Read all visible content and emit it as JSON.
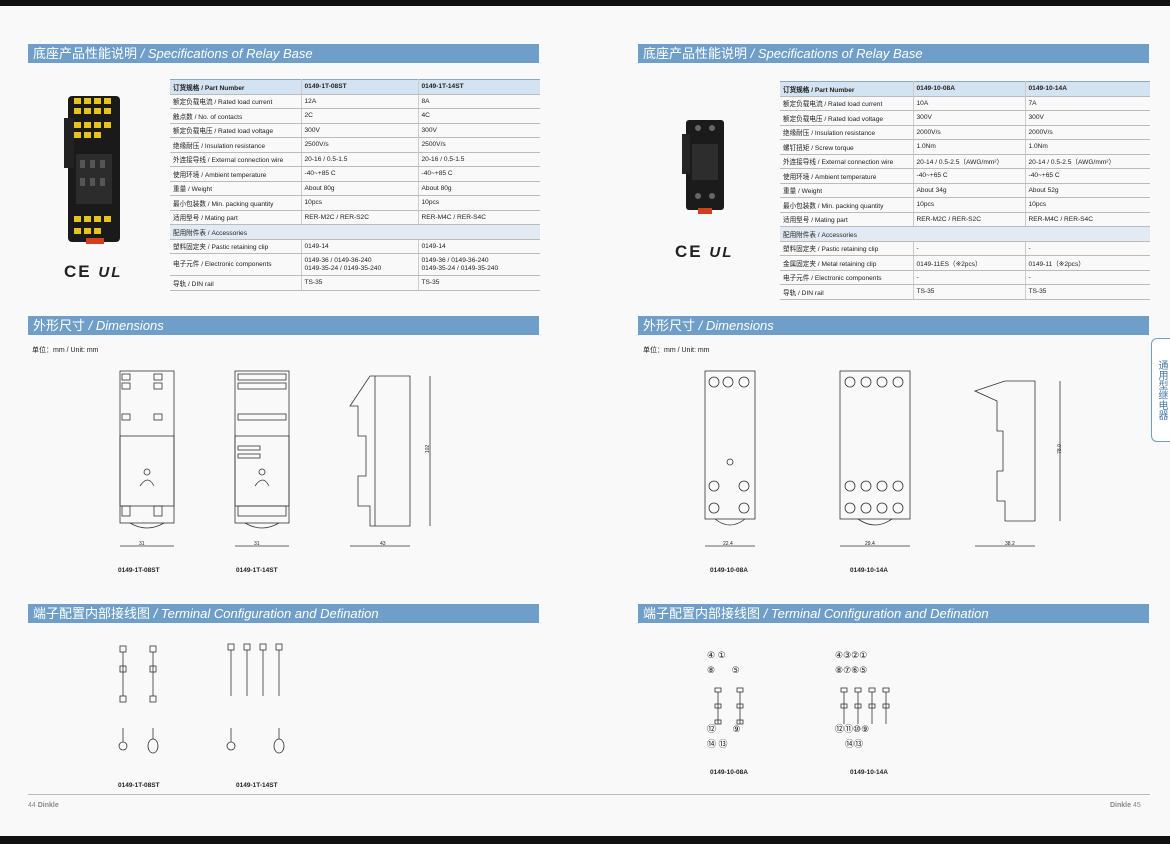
{
  "left": {
    "specs_title_zh": "底座产品性能说明",
    "specs_title_en": "/ Specifications of Relay Base",
    "cert_marks": "CE",
    "ul_mark": "UL",
    "table": {
      "header": {
        "label": "订货规格 / Part Number",
        "c1": "0149-1T-08ST",
        "c2": "0149-1T-14ST"
      },
      "rows": [
        {
          "label": "额定负载电流 / Rated load current",
          "c1": "12A",
          "c2": "8A"
        },
        {
          "label": "触点数 / No. of contacts",
          "c1": "2C",
          "c2": "4C"
        },
        {
          "label": "额定负载电压 / Rated load voltage",
          "c1": "300V",
          "c2": "300V"
        },
        {
          "label": "绝缘耐压 / Insulation resistance",
          "c1": "2500V/s",
          "c2": "2500V/s"
        },
        {
          "label": "外连接导线 / External connection wire",
          "c1": "20-16 / 0.5-1.5",
          "c2": "20-16 / 0.5-1.5"
        },
        {
          "label": "使用环境 / Ambient temperature",
          "c1": "-40~+85 C",
          "c2": "-40~+85 C"
        },
        {
          "label": "重量 / Weight",
          "c1": "About 80g",
          "c2": "About 80g"
        },
        {
          "label": "最小包装数 / Min. packing quantity",
          "c1": "10pcs",
          "c2": "10pcs"
        },
        {
          "label": "适用型号 / Mating part",
          "c1": "RER-M2C / RER-S2C",
          "c2": "RER-M4C / RER-S4C"
        }
      ],
      "group": "配用附件表 / Accessories",
      "acc": [
        {
          "label": "塑料固定夹 / Pastic retaining clip",
          "c1": "0149-14",
          "c2": "0149-14"
        },
        {
          "label": "电子元件 / Electronic components",
          "c1a": "0149-36 / 0149-36-240",
          "c1b": "0149-35-24 / 0149-35-240",
          "c2a": "0149-36 / 0149-36-240",
          "c2b": "0149-35-24 / 0149-35-240"
        },
        {
          "label": "导轨 / DIN rail",
          "c1": "TS-35",
          "c2": "TS-35"
        }
      ]
    },
    "dim_title_zh": "外形尺寸",
    "dim_title_en": "/ Dimensions",
    "unit": "单位：mm / Unit: mm",
    "dim_labels": {
      "w1": "31",
      "w2": "31",
      "depth": "43",
      "height": "102"
    },
    "dim_caps": [
      "0149-1T-08ST",
      "0149-1T-14ST"
    ],
    "term_title_zh": "端子配置内部接线图",
    "term_title_en": "/ Terminal Configuration and Defination",
    "term_caps": [
      "0149-1T-08ST",
      "0149-1T-14ST"
    ],
    "footer_page": "44",
    "footer_brand": "Dinkle"
  },
  "right": {
    "specs_title_zh": "底座产品性能说明",
    "specs_title_en": "/ Specifications of Relay Base",
    "cert_marks": "CE",
    "ul_mark": "UL",
    "table": {
      "header": {
        "label": "订货规格 / Part Number",
        "c1": "0149-10-08A",
        "c2": "0149-10-14A"
      },
      "rows": [
        {
          "label": "额定负载电流 / Rated load current",
          "c1": "10A",
          "c2": "7A"
        },
        {
          "label": "额定负载电压 / Rated load voltage",
          "c1": "300V",
          "c2": "300V"
        },
        {
          "label": "绝缘耐压 / Insulation resistance",
          "c1": "2000V/s",
          "c2": "2000V/s"
        },
        {
          "label": "螺钉扭矩 / Screw torque",
          "c1": "1.0Nm",
          "c2": "1.0Nm"
        },
        {
          "label": "外连接导线 / External connection wire",
          "c1": "20-14 / 0.5-2.5（AWG/mm²）",
          "c2": "20-14 / 0.5-2.5（AWG/mm²）"
        },
        {
          "label": "使用环境 / Ambient temperature",
          "c1": "-40~+65 C",
          "c2": "-40~+65 C"
        },
        {
          "label": "重量 / Weight",
          "c1": "About 34g",
          "c2": "About 52g"
        },
        {
          "label": "最小包装数 / Min. packing quantity",
          "c1": "10pcs",
          "c2": "10pcs"
        },
        {
          "label": "适用型号 / Mating part",
          "c1": "RER-M2C / RER-S2C",
          "c2": "RER-M4C / RER-S4C"
        }
      ],
      "group": "配用附件表 / Accessories",
      "acc": [
        {
          "label": "塑料固定夹 / Pastic retaining clip",
          "c1": "-",
          "c2": "-"
        },
        {
          "label": "金属固定夹 / Metal retaining clip",
          "c1": "0149-11ES（※2pcs）",
          "c2": "0149-11（※2pcs）"
        },
        {
          "label": "电子元件 / Electronic components",
          "c1": "-",
          "c2": "-"
        },
        {
          "label": "导轨 / DIN rail",
          "c1": "TS-35",
          "c2": "TS-35"
        }
      ]
    },
    "dim_title_zh": "外形尺寸",
    "dim_title_en": "/ Dimensions",
    "unit": "单位：mm / Unit: mm",
    "dim_labels": {
      "w1": "22.4",
      "w2": "29.4",
      "depth": "38.2",
      "height": "78.0"
    },
    "dim_caps": [
      "0149-10-08A",
      "0149-10-14A"
    ],
    "term_title_zh": "端子配置内部接线图",
    "term_title_en": "/ Terminal Configuration and Defination",
    "term_caps": [
      "0149-10-08A",
      "0149-10-14A"
    ],
    "term_numbers_08": [
      "④",
      "①",
      "⑧",
      "⑤",
      "⑫",
      "⑨",
      "⑭",
      "⑬"
    ],
    "term_numbers_14_top": [
      "④",
      "③",
      "②",
      "①",
      "⑧",
      "⑦",
      "⑥",
      "⑤"
    ],
    "term_numbers_14_bot": [
      "⑫",
      "⑪",
      "⑩",
      "⑨",
      "⑭",
      "⑬"
    ],
    "footer_page": "45",
    "footer_brand": "Dinkle",
    "side_tab": "通用型继电器"
  }
}
